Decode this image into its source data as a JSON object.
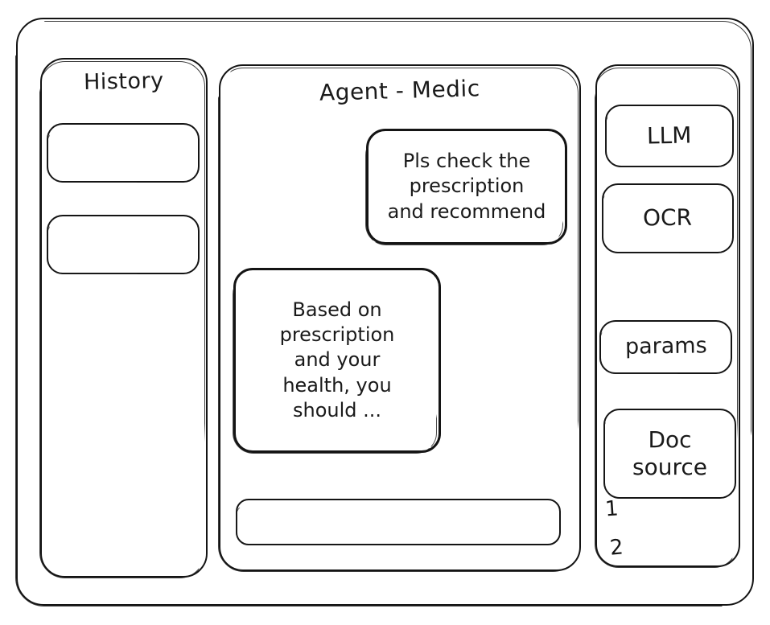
{
  "window": {
    "name": "agent-wireframe-window"
  },
  "sidebar": {
    "title": "History",
    "items": [
      {
        "label": ""
      },
      {
        "label": ""
      }
    ]
  },
  "main": {
    "title": "Agent - Medic",
    "messages": [
      {
        "role": "user",
        "lines": [
          "Pls check the",
          "prescription",
          "and recommend"
        ]
      },
      {
        "role": "agent",
        "lines": [
          "Based on",
          "prescription",
          "and your",
          "health, you",
          "should ..."
        ]
      }
    ],
    "input": {
      "value": "",
      "placeholder": ""
    }
  },
  "tools": {
    "items": [
      {
        "label": "LLM"
      },
      {
        "label": "OCR"
      },
      {
        "label": "params"
      }
    ],
    "doc_source": {
      "lines": [
        "Doc",
        "source"
      ],
      "list": [
        "1",
        "2"
      ]
    }
  },
  "colors": {
    "ink": "#141414",
    "paper": "#ffffff"
  }
}
